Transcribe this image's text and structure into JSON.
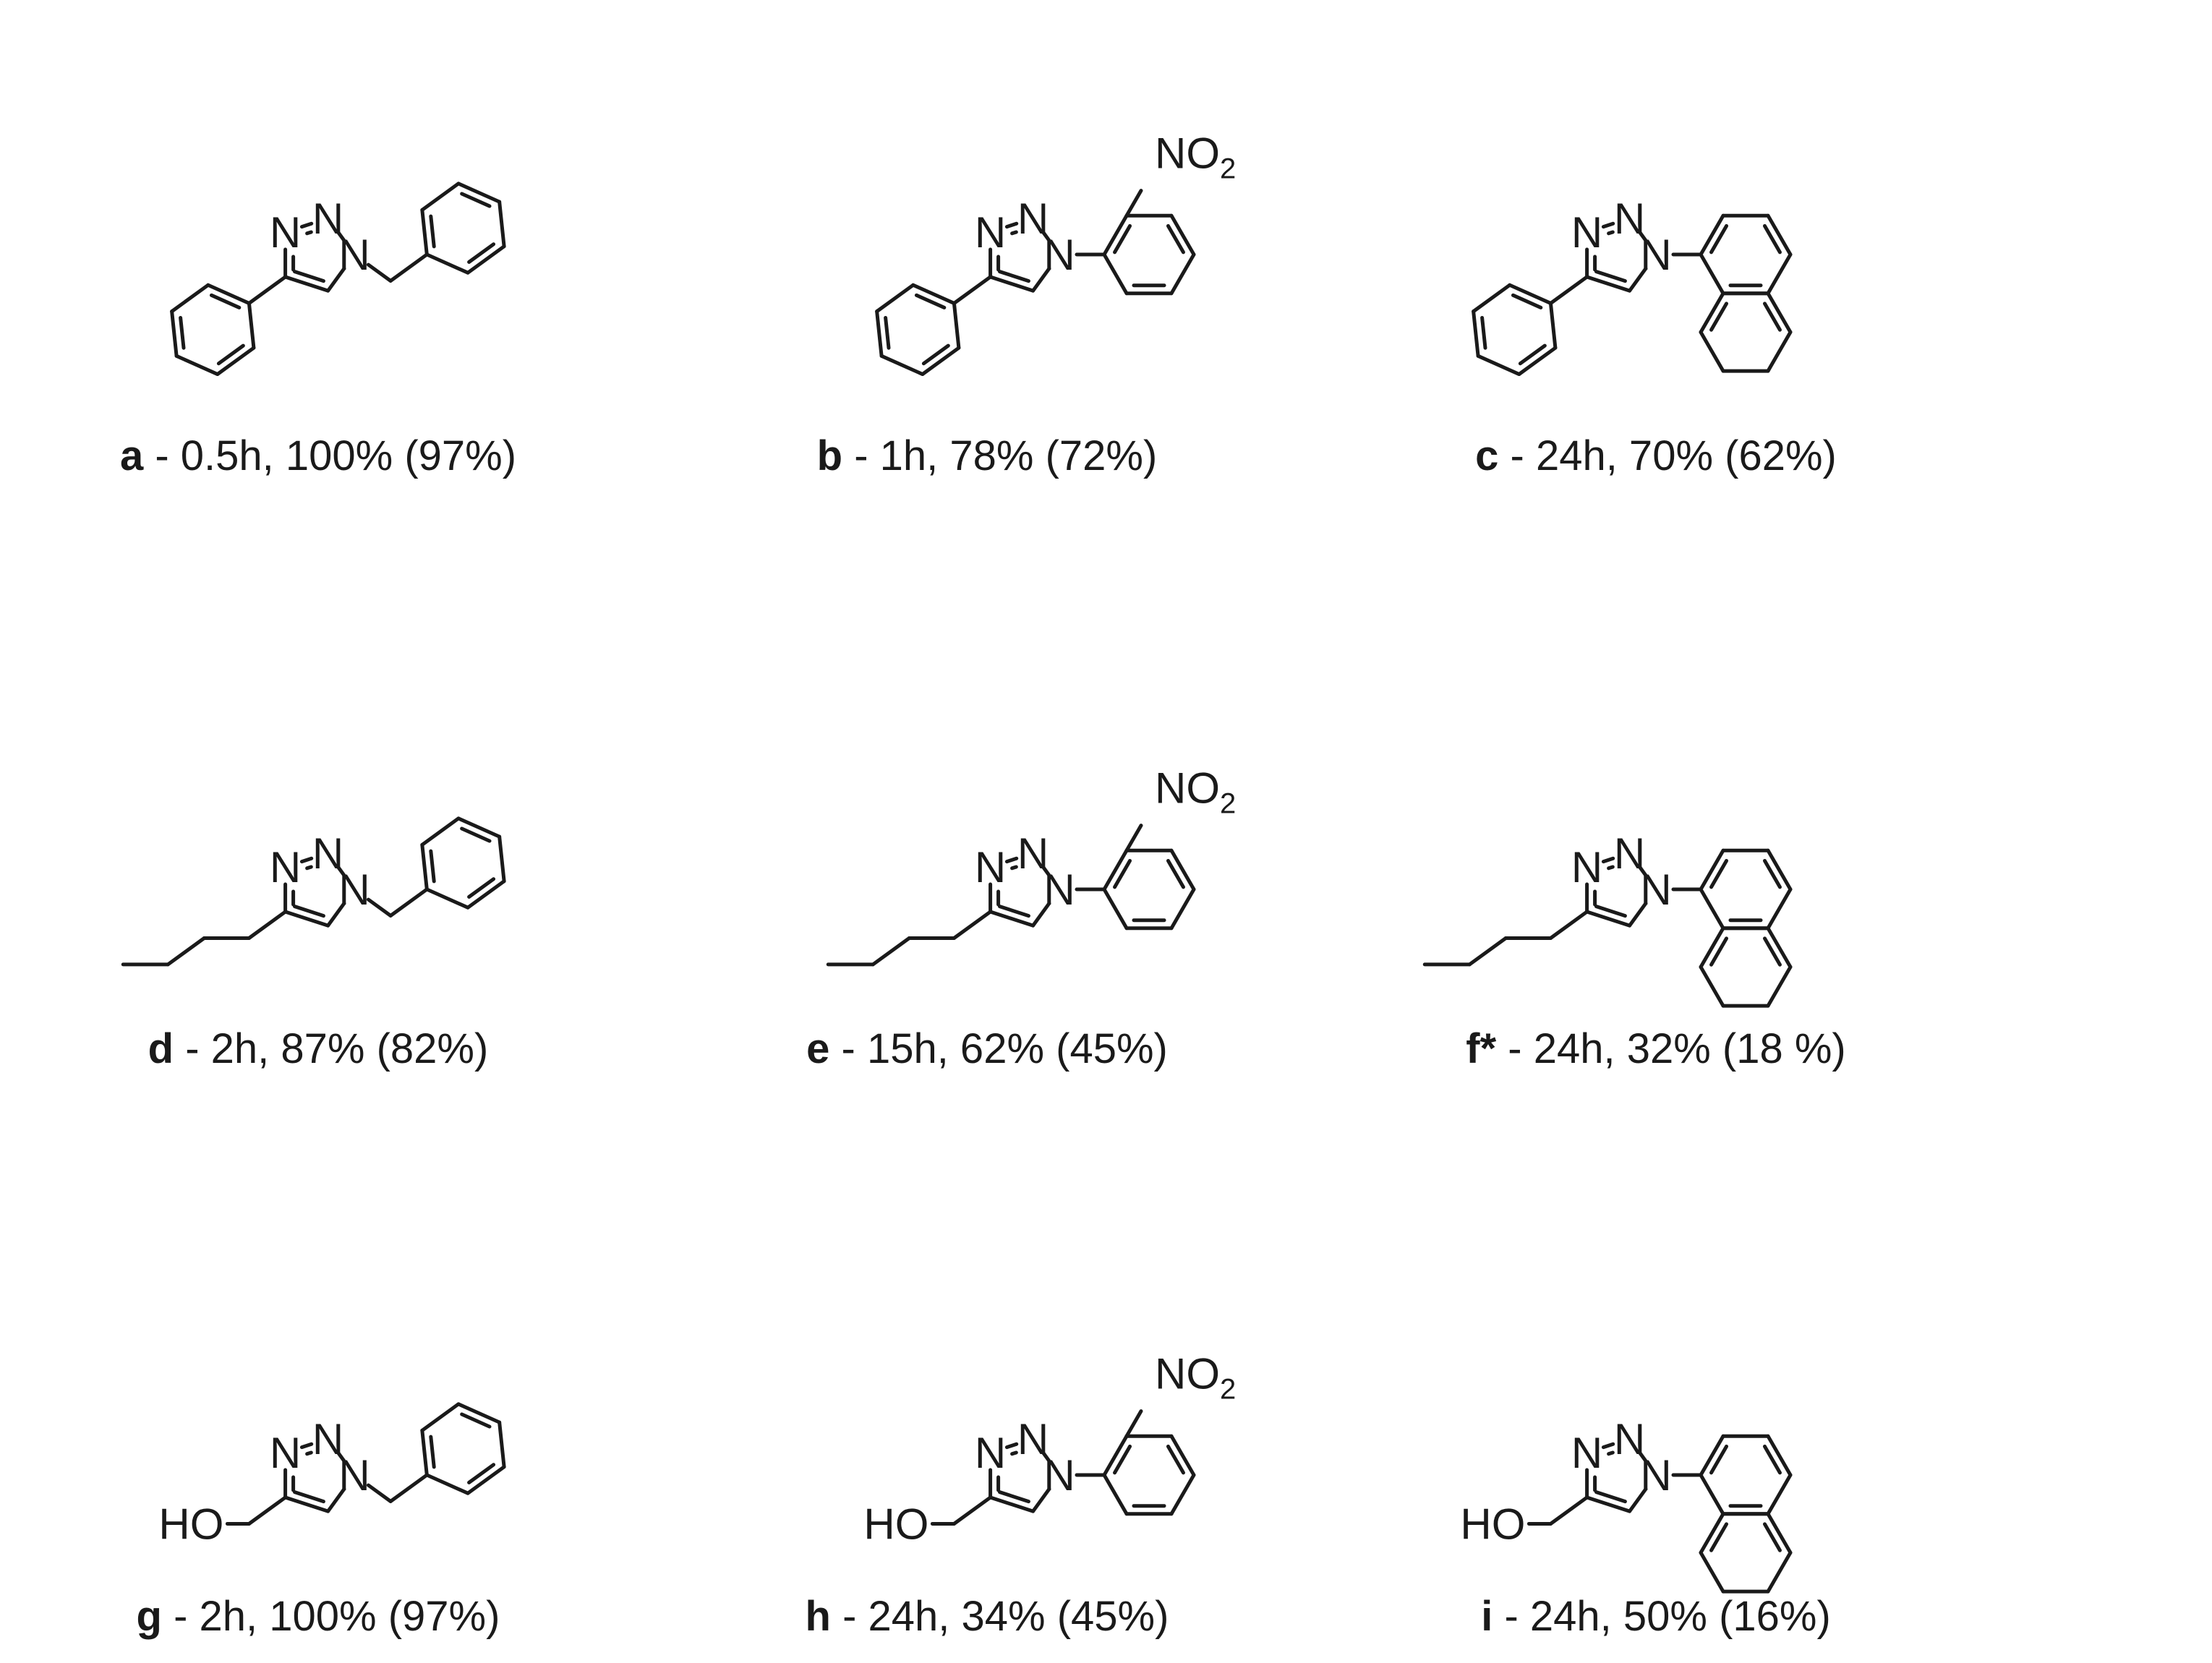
{
  "atoms": {
    "N": "N",
    "NO": "NO",
    "two": "2",
    "HO": "HO"
  },
  "compounds": [
    {
      "label": "a",
      "sep": " - ",
      "details": "0.5h, 100% (97%)",
      "substituent": "phenyl",
      "aryl": "benzyl"
    },
    {
      "label": "b",
      "sep": " - ",
      "details": "1h, 78% (72%)",
      "substituent": "phenyl",
      "aryl": "3-nitrophenyl"
    },
    {
      "label": "c",
      "sep": " - ",
      "details": "24h, 70% (62%)",
      "substituent": "phenyl",
      "aryl": "1-naphthyl"
    },
    {
      "label": "d",
      "sep": " - ",
      "details": "2h, 87% (82%)",
      "substituent": "butyl",
      "aryl": "benzyl"
    },
    {
      "label": "e",
      "sep": " - ",
      "details": "15h, 62% (45%)",
      "substituent": "butyl",
      "aryl": "3-nitrophenyl"
    },
    {
      "label": "f*",
      "sep": " - ",
      "details": "24h, 32% (18 %)",
      "substituent": "butyl",
      "aryl": "1-naphthyl"
    },
    {
      "label": "g",
      "sep": " - ",
      "details": "2h, 100% (97%)",
      "substituent": "hydroxymethyl",
      "aryl": "benzyl"
    },
    {
      "label": "h",
      "sep": " - ",
      "details": "24h, 34% (45%)",
      "substituent": "hydroxymethyl",
      "aryl": "3-nitrophenyl"
    },
    {
      "label": "i",
      "sep": " - ",
      "details": "24h, 50% (16%)",
      "substituent": "hydroxymethyl",
      "aryl": "1-naphthyl"
    }
  ]
}
